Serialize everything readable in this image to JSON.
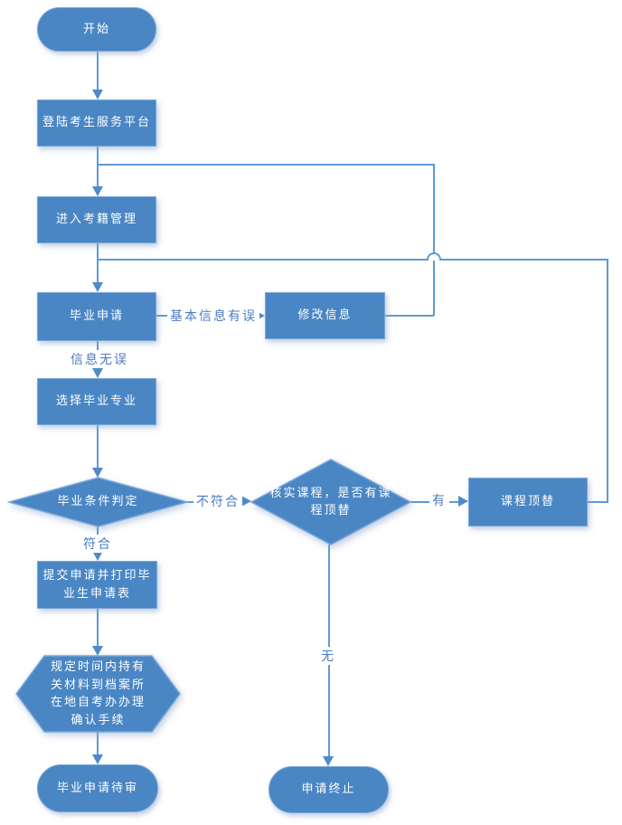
{
  "diagram_type": "flowchart",
  "colors": {
    "node_fill": "#4A86C4",
    "node_border": "#7AA7D8",
    "connector": "#5B9BD5",
    "arrow": "#4F8BC8",
    "node_text": "#FFFFFF",
    "edge_label_text": "#4B7CC0",
    "background": "#FFFFFF"
  },
  "nodes": {
    "start": {
      "label": "开始",
      "shape": "terminator"
    },
    "login": {
      "label": "登陆考生服务平台",
      "shape": "process"
    },
    "enter": {
      "label": "进入考籍管理",
      "shape": "process"
    },
    "apply": {
      "label": "毕业申请",
      "shape": "process"
    },
    "modify": {
      "label": "修改信息",
      "shape": "process"
    },
    "select_major": {
      "label": "选择毕业专业",
      "shape": "process"
    },
    "judge": {
      "label": "毕业条件判定",
      "shape": "decision"
    },
    "verify": {
      "label": "核实课程，是否有课\n程顶替",
      "shape": "decision"
    },
    "replace": {
      "label": "课程顶替",
      "shape": "process"
    },
    "submit": {
      "label": "提交申请并打印毕\n业生申请表",
      "shape": "process"
    },
    "confirm": {
      "label": "规定时间内持有\n关材料到档案所\n在地自考办办理\n确认手续",
      "shape": "preparation"
    },
    "pending": {
      "label": "毕业申请待审",
      "shape": "terminator"
    },
    "terminate": {
      "label": "申请终止",
      "shape": "terminator"
    }
  },
  "edge_labels": {
    "info_error": "基本信息有误",
    "info_ok": "信息无误",
    "not_meet": "不符合",
    "meet": "符合",
    "has_replace": "有",
    "no_replace": "无"
  }
}
